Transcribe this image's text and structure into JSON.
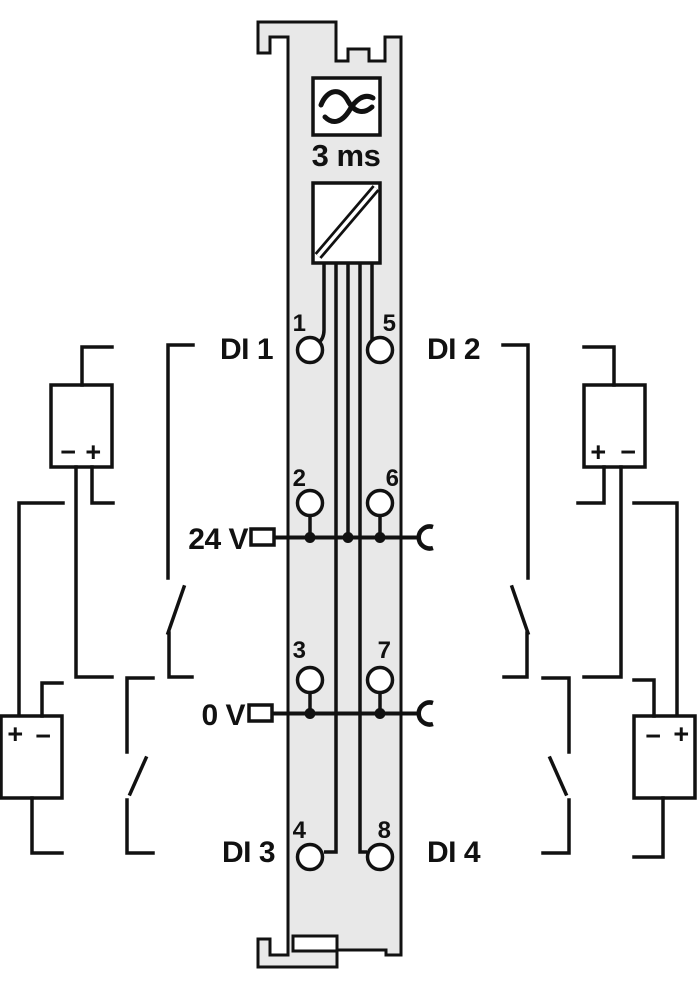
{
  "module": {
    "filter_label": "3 ms",
    "terminal_numbers": [
      "1",
      "2",
      "3",
      "4",
      "5",
      "6",
      "7",
      "8"
    ],
    "rails": {
      "positive": "24 V",
      "ground": "0 V"
    },
    "channels": [
      "DI 1",
      "DI 2",
      "DI 3",
      "DI 4"
    ]
  },
  "supplies": {
    "left_upper": {
      "minus": "−",
      "plus": "+"
    },
    "left_lower": {
      "plus": "+",
      "minus": "−"
    },
    "right_upper": {
      "plus": "+",
      "minus": "−"
    },
    "right_lower": {
      "minus": "−",
      "plus": "+"
    }
  },
  "colors": {
    "line": "#111111",
    "module_fill": "#e8e8e8",
    "background": "#ffffff"
  }
}
